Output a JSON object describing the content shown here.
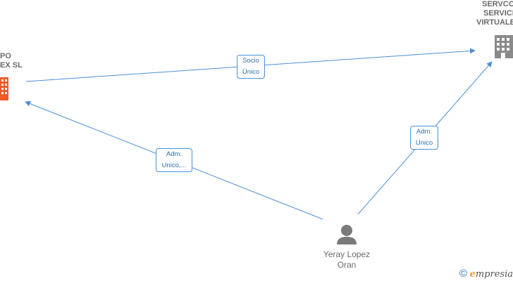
{
  "nodes": {
    "company_left": {
      "label_lines": [
        "PO",
        "EX  SL"
      ]
    },
    "company_right": {
      "label_lines": [
        "SERVCO",
        "SERVICI",
        "VIRTUALE"
      ]
    },
    "person": {
      "label_lines": [
        "Yeray Lopez",
        "Oran"
      ]
    }
  },
  "edges": [
    {
      "id": "socio",
      "label_lines": [
        "Socio",
        "Único"
      ]
    },
    {
      "id": "adm-left",
      "label_lines": [
        "Adm.",
        "Unico,..."
      ]
    },
    {
      "id": "adm-right",
      "label_lines": [
        "Adm.",
        "Unico"
      ]
    }
  ],
  "footer": {
    "copyright": "©",
    "brand_first": "e",
    "brand_rest": "mpresia"
  },
  "colors": {
    "edge": "#4a90d9",
    "company_left": "#f05a28",
    "company_right": "#8a8a8a",
    "person": "#7a7a7a"
  }
}
